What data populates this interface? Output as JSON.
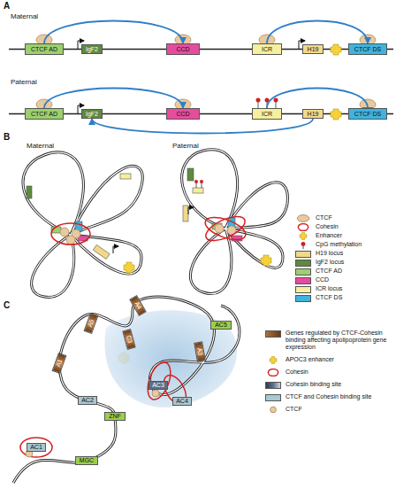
{
  "diagram": {
    "nodes": [
      {
        "text": [
          "CTCF AD"
        ]
      },
      {
        "text": [
          "IgF2"
        ]
      },
      {
        "text": [
          "CCD"
        ]
      },
      {
        "text": [
          "ICR"
        ]
      },
      {
        "text": [
          "H19"
        ]
      },
      {
        "text": [
          "CTCF DS"
        ]
      },
      {
        "text": [
          "CTCF AD"
        ]
      },
      {
        "text": [
          "IgF2"
        ]
      },
      {
        "text": [
          "CCD"
        ]
      },
      {
        "text": [
          "ICR"
        ]
      },
      {
        "text": [
          "H19"
        ]
      },
      {
        "text": [
          "CTCF DS"
        ]
      },
      {
        "text": [
          "AC1"
        ]
      },
      {
        "text": [
          "MGC"
        ]
      },
      {
        "text": [
          "ZNF"
        ]
      },
      {
        "text": [
          "AC2"
        ]
      },
      {
        "text": [
          "A1"
        ]
      },
      {
        "text": [
          "A5"
        ]
      },
      {
        "text": [
          "C3"
        ]
      },
      {
        "text": [
          "A4"
        ]
      },
      {
        "text": [
          "AC3"
        ]
      },
      {
        "text": [
          "AC4"
        ]
      },
      {
        "text": [
          "A3"
        ]
      },
      {
        "text": [
          "AC5"
        ]
      }
    ],
    "edges": [
      {
        "from": 0,
        "to": 2,
        "arrow": "to"
      },
      {
        "from": 3,
        "to": 5,
        "arrow": "to"
      },
      {
        "from": 6,
        "to": 8,
        "arrow": "to"
      },
      {
        "from": 9,
        "to": 11,
        "arrow": "to"
      },
      {
        "from": 10,
        "to": 7,
        "arrow": "to"
      }
    ],
    "labels": [
      "A",
      "Maternal",
      "Paternal",
      "B",
      "Maternal",
      "Paternal",
      "C"
    ],
    "legend": [
      {
        "text": "CTCF"
      },
      {
        "text": "Cohesin"
      },
      {
        "text": "Enhancer"
      },
      {
        "text": "CpG methylation"
      },
      {
        "text": "H19 locus",
        "color": "#f2d98a"
      },
      {
        "text": "IgF2 locus",
        "color": "#5f8a3e"
      },
      {
        "text": "CTCF AD",
        "color": "#9ccf6e"
      },
      {
        "text": "CCD",
        "color": "#e64c9e"
      },
      {
        "text": "ICR locus",
        "color": "#f5ef9e"
      },
      {
        "text": "CTCF DS",
        "color": "#3fb3de"
      },
      {
        "text": "Genes regulated by CTCF-Cohesin binding affecting apolipoprotein gene expression",
        "color": "#a9703c"
      },
      {
        "text": "APOC3 enhancer"
      },
      {
        "text": "Cohesin"
      },
      {
        "text": "Cohesin binding site",
        "color": "#5a7088"
      },
      {
        "text": "CTCF and Cohesin binding site",
        "color": "#a8c8d2"
      },
      {
        "text": "CTCF"
      }
    ]
  }
}
